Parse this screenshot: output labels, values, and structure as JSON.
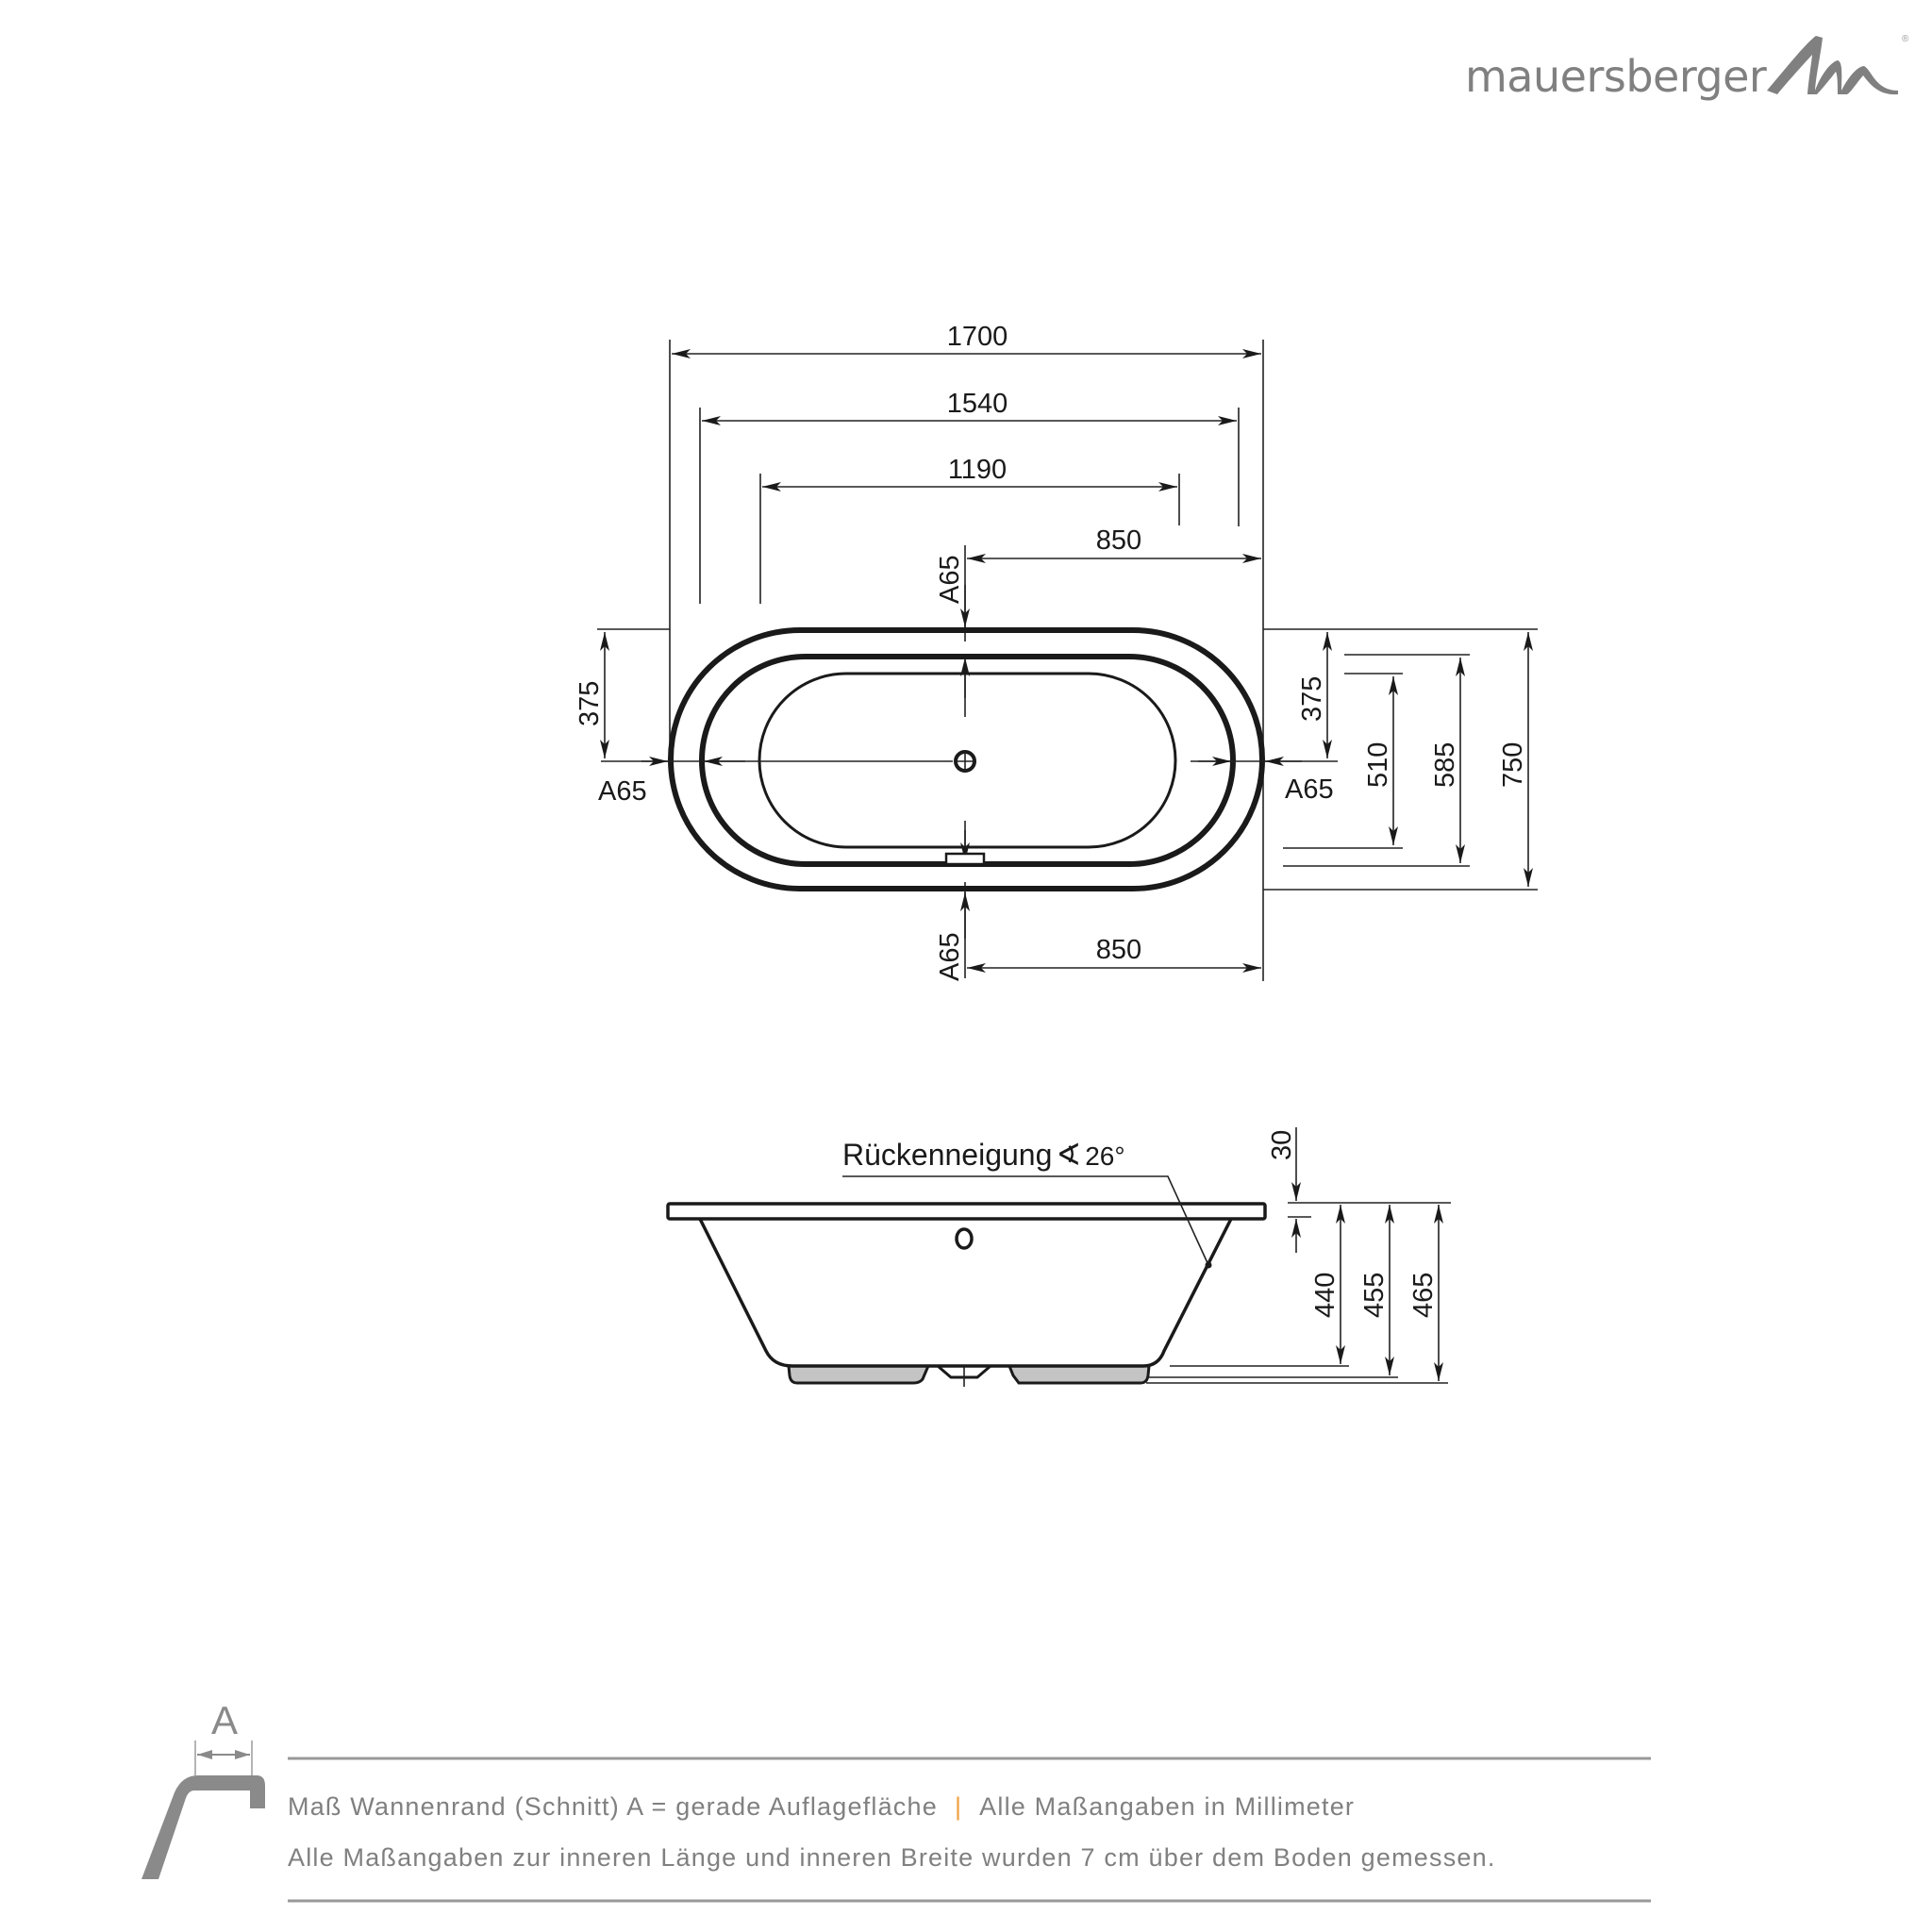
{
  "brand": {
    "name": "mauersberger",
    "registered_mark": "®",
    "logo_color": "#808080"
  },
  "top_view": {
    "dimensions": {
      "overall_length": "1700",
      "rim_inner_length": "1540",
      "inner_length": "1190",
      "drain_to_end_top": "850",
      "drain_to_end_bottom": "850",
      "half_width_left": "375",
      "half_width_right": "375",
      "inner_width": "510",
      "rim_inner_width": "585",
      "overall_width": "750",
      "rim_left": "A65",
      "rim_right": "A65",
      "rim_top": "A65",
      "rim_bottom": "A65"
    }
  },
  "side_view": {
    "back_angle_label": "Rückenneigung",
    "back_angle_symbol": "∢",
    "back_angle_value": "26°",
    "dimensions": {
      "rim_thickness": "30",
      "height_inner": "440",
      "height_body": "455",
      "height_overall": "465"
    }
  },
  "footer": {
    "icon_label": "A",
    "line1_part1": "Maß Wannenrand (Schnitt) A = gerade Auflagefläche",
    "separator": "|",
    "line1_part2": "Alle Maßangaben in Millimeter",
    "line2": "Alle Maßangaben zur inneren Länge und inneren Breite wurden 7 cm über dem Boden gemessen.",
    "separator_color": "#f0a040",
    "text_color": "#808080"
  }
}
